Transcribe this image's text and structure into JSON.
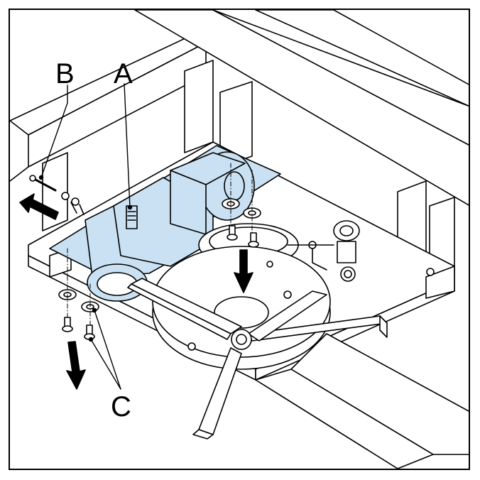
{
  "labels": {
    "a": "A",
    "b": "B",
    "c": "C"
  },
  "colors": {
    "highlight": "#c9e1f2",
    "stroke": "#000000",
    "background": "#ffffff"
  },
  "icons": {
    "arrow": "arrow-icon",
    "screw": "screw-icon",
    "washer": "washer-icon"
  }
}
